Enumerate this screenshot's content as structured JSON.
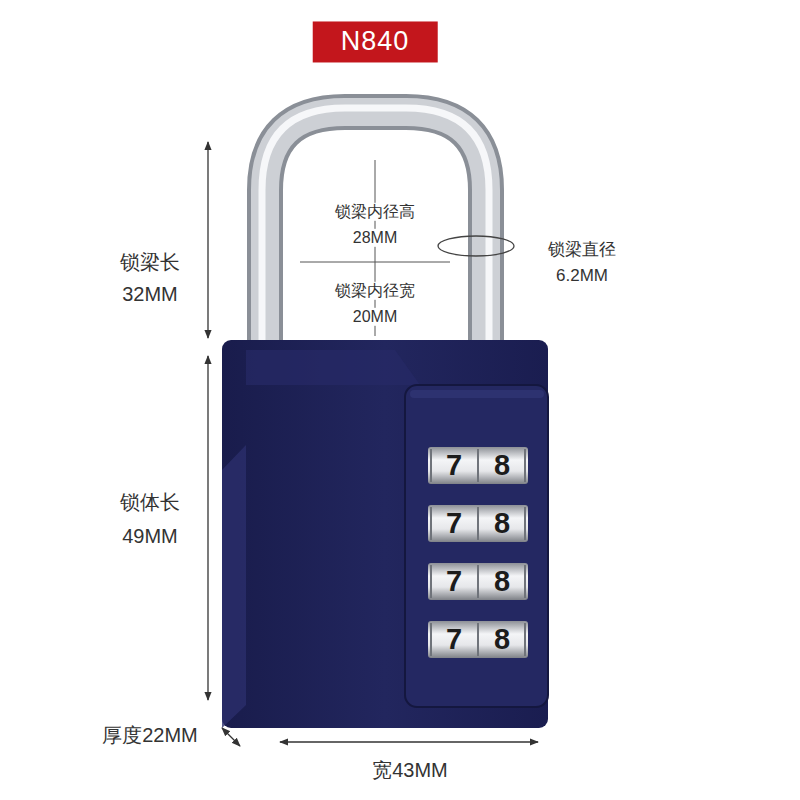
{
  "diagram": {
    "title": "N840",
    "labels": [
      "锁梁长",
      "32MM",
      "锁梁内径高",
      "28MM",
      "锁梁内径宽",
      "20MM",
      "锁梁直径",
      "6.2MM",
      "锁体长",
      "49MM",
      "7",
      "8",
      "7",
      "8",
      "7",
      "8",
      "7",
      "8",
      "厚度22MM",
      "宽43MM"
    ]
  }
}
